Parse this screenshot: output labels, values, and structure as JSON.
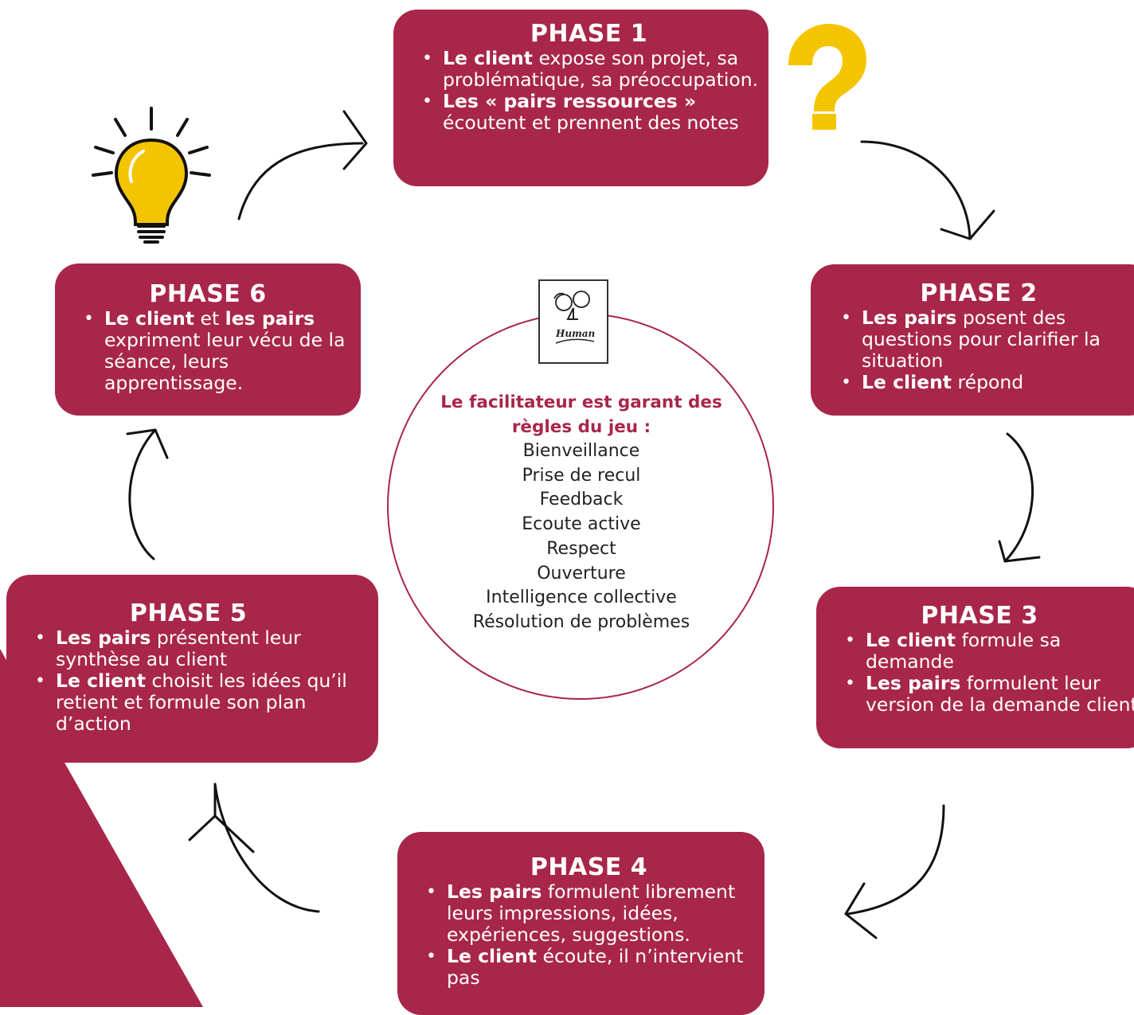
{
  "colors": {
    "accent": "#a8264a",
    "question": "#f5c400",
    "bulb": "#f5c400"
  },
  "phases": {
    "p1": {
      "title": "PHASE 1",
      "items": [
        {
          "bold": "Le client",
          "text": " expose son projet, sa problématique, sa préoccupation."
        },
        {
          "bold": "Les « pairs ressources »",
          "text": " écoutent et prennent des notes"
        }
      ]
    },
    "p2": {
      "title": "PHASE 2",
      "items": [
        {
          "bold": "Les pairs",
          "text": " posent des questions pour clarifier la situation"
        },
        {
          "bold": "Le client",
          "text": " répond"
        }
      ]
    },
    "p3": {
      "title": "PHASE 3",
      "items": [
        {
          "bold": "Le client",
          "text": " formule sa demande"
        },
        {
          "bold": "Les pairs",
          "text": " formulent leur version de la demande client"
        }
      ]
    },
    "p4": {
      "title": "PHASE 4",
      "items": [
        {
          "bold": "Les pairs",
          "text": " formulent librement leurs impressions, idées, expériences, suggestions."
        },
        {
          "bold": "Le client",
          "text": " écoute, il n’intervient pas"
        }
      ]
    },
    "p5": {
      "title": "PHASE 5",
      "items": [
        {
          "bold": "Les pairs",
          "text": " présentent leur synthèse au client"
        },
        {
          "bold": "Le client",
          "text": " choisit les idées qu’il retient et formule son plan d’action"
        }
      ]
    },
    "p6": {
      "title": "PHASE 6",
      "items": [
        {
          "bold": "Le client",
          "text": " et ",
          "bold2": "les pairs",
          "text2": " expriment leur vécu de la séance, leurs apprentissage."
        }
      ]
    }
  },
  "center": {
    "title": "Le facilitateur est garant des règles du jeu :",
    "rules": [
      "Bienveillance",
      "Prise de recul",
      "Feedback",
      "Ecoute active",
      "Respect",
      "Ouverture",
      "Intelligence collective",
      "Résolution de problèmes"
    ]
  },
  "logo": {
    "text": "Human"
  },
  "icons": {
    "question": "question-mark-icon",
    "bulb": "lightbulb-icon"
  }
}
